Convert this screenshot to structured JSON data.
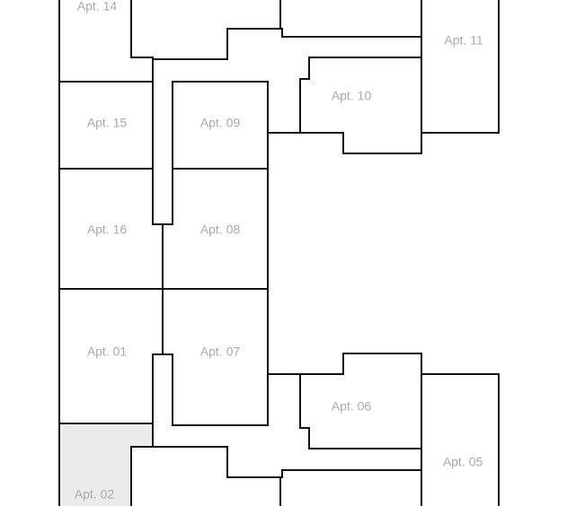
{
  "floorplan": {
    "selected_color": "#ebebeb",
    "wall_color": "#111111",
    "label_color": "#a9a9a9",
    "selected_unit": "Apt. 02",
    "units": [
      {
        "id": "apt-14",
        "label": "Apt. 14"
      },
      {
        "id": "apt-12",
        "label": ""
      },
      {
        "id": "apt-13",
        "label": ""
      },
      {
        "id": "apt-11",
        "label": "Apt. 11"
      },
      {
        "id": "apt-10",
        "label": "Apt. 10"
      },
      {
        "id": "apt-15",
        "label": "Apt. 15"
      },
      {
        "id": "apt-09",
        "label": "Apt. 09"
      },
      {
        "id": "apt-16",
        "label": "Apt. 16"
      },
      {
        "id": "apt-08",
        "label": "Apt. 08"
      },
      {
        "id": "apt-01",
        "label": "Apt. 01"
      },
      {
        "id": "apt-07",
        "label": "Apt. 07"
      },
      {
        "id": "apt-06",
        "label": "Apt. 06"
      },
      {
        "id": "apt-05",
        "label": "Apt. 05"
      },
      {
        "id": "apt-02",
        "label": "Apt. 02"
      },
      {
        "id": "apt-03",
        "label": ""
      },
      {
        "id": "apt-04",
        "label": ""
      }
    ]
  }
}
